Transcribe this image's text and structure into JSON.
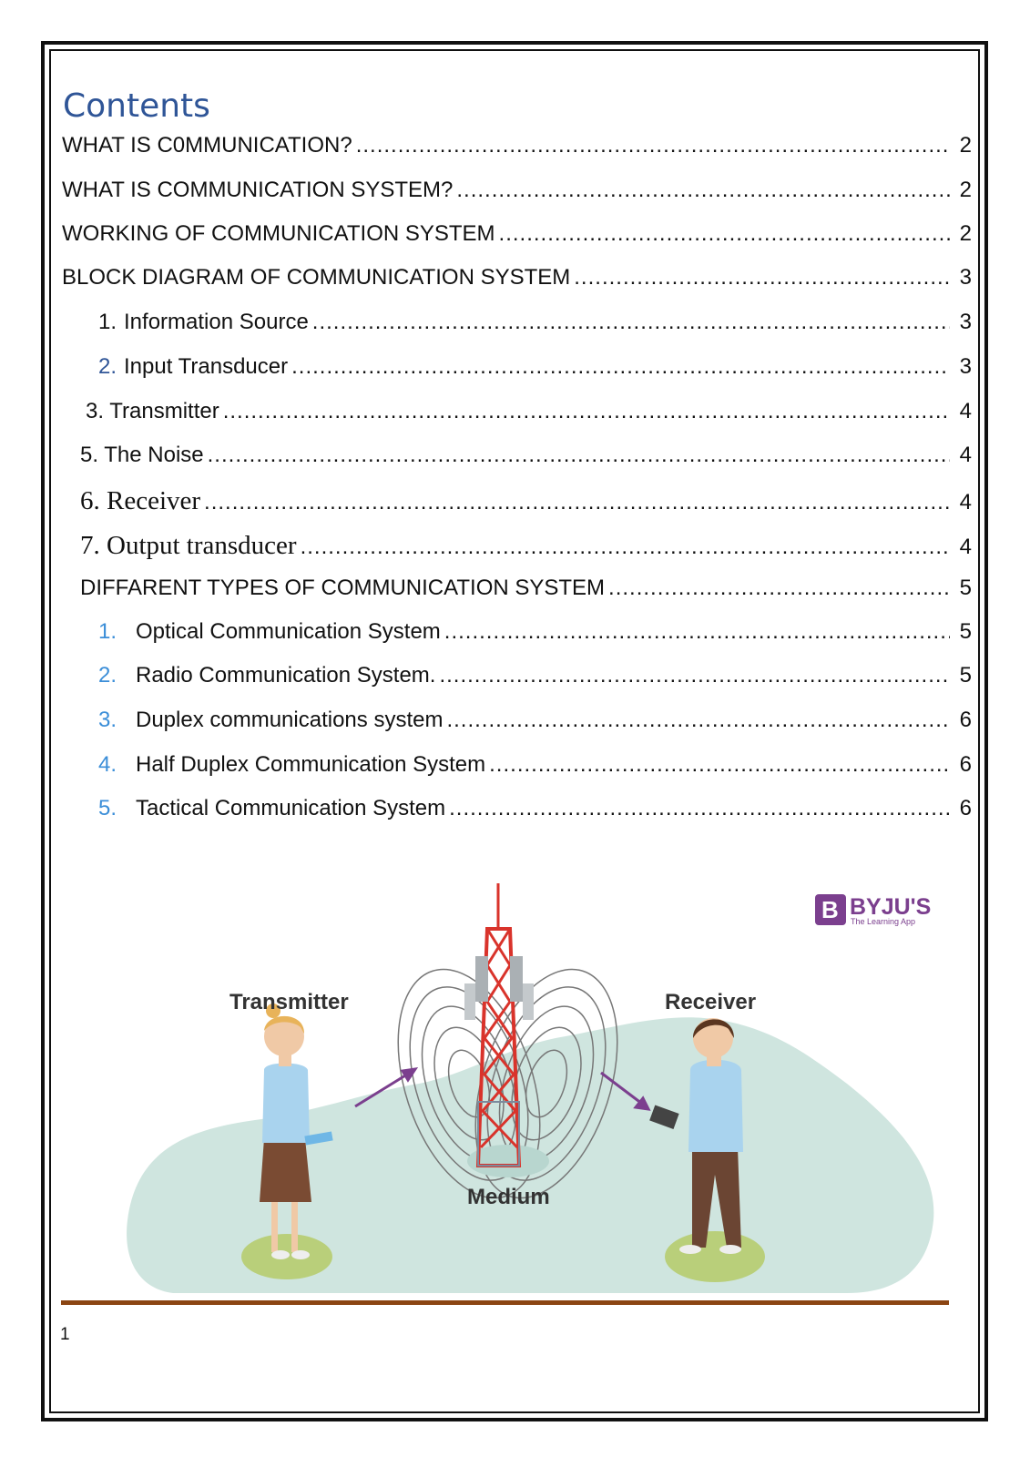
{
  "toc": {
    "title": "Contents",
    "entries": [
      {
        "num": "",
        "label": "WHAT IS C0MMUNICATION?",
        "page": "2"
      },
      {
        "num": "",
        "label": "WHAT IS COMMUNICATION SYSTEM?",
        "page": "2"
      },
      {
        "num": "",
        "label": "WORKING OF COMMUNICATION SYSTEM",
        "page": "2"
      },
      {
        "num": "",
        "label": "BLOCK DIAGRAM OF COMMUNICATION SYSTEM",
        "page": "3"
      },
      {
        "num": "1.",
        "label": "Information Source",
        "page": "3"
      },
      {
        "num": "2.",
        "label": "Input Transducer",
        "page": "3"
      },
      {
        "num": "",
        "label": "3. Transmitter",
        "page": "4"
      },
      {
        "num": "",
        "label": "5. The Noise",
        "page": "4"
      },
      {
        "num": "",
        "label": "6. Receiver",
        "page": "4"
      },
      {
        "num": "",
        "label": "7. Output transducer",
        "page": "4"
      },
      {
        "num": "",
        "label": "DIFFARENT TYPES OF COMMUNICATION SYSTEM",
        "page": "5"
      },
      {
        "num": "1.",
        "label": "Optical Communication System",
        "page": "5"
      },
      {
        "num": "2.",
        "label": "Radio Communication System.",
        "page": "5"
      },
      {
        "num": "3.",
        "label": "Duplex communications system",
        "page": "6"
      },
      {
        "num": "4.",
        "label": "Half Duplex Communication System",
        "page": "6"
      },
      {
        "num": "5.",
        "label": "Tactical Communication System",
        "page": "6"
      }
    ]
  },
  "illustration": {
    "transmitter_label": "Transmitter",
    "receiver_label": "Receiver",
    "medium_label": "Medium",
    "brand_name": "BYJU'S",
    "brand_tagline": "The Learning App",
    "brand_color": "#7b3f8e",
    "arrow_color": "#7b3f8e"
  },
  "footer": {
    "page_number": "1"
  }
}
